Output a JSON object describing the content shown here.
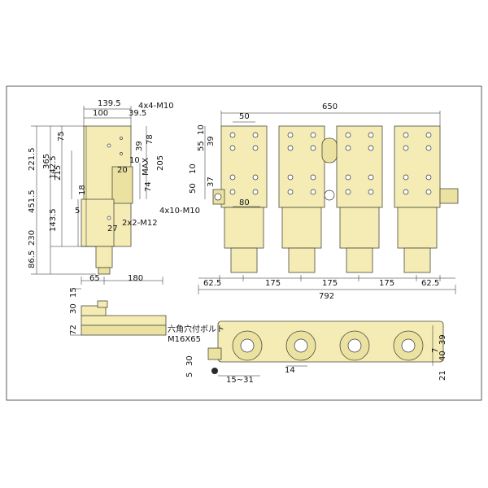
{
  "dims": {
    "side_w1": "139.5",
    "side_w2": "100",
    "side_w3": "39.5",
    "side_tap": "4x4-M10",
    "side_h_total": "451.5",
    "side_h_upper": "221.5",
    "side_h_lower": "230",
    "side_75": "75",
    "side_365": "365",
    "side_215": "215",
    "side_1425a": "142.5",
    "side_1435": "143.5",
    "side_865": "86.5",
    "side_18": "18",
    "side_5": "5",
    "side_27": "27",
    "side_tap2": "2x2-M12",
    "side_10": "10",
    "side_39": "39",
    "side_20": "20",
    "side_78": "78",
    "side_max": "MAX",
    "side_205": "205",
    "side_74": "74",
    "side_65": "65",
    "side_180": "180",
    "front_650": "650",
    "front_50": "50",
    "front_10": "10",
    "front_55": "55",
    "front_39": "39",
    "front_50b": "50",
    "front_10b": "10",
    "front_37": "37",
    "front_80": "80",
    "front_tap": "4x10-M10",
    "front_625a": "62.5",
    "front_175a": "175",
    "front_175b": "175",
    "front_175c": "175",
    "front_625b": "62.5",
    "front_792": "792",
    "bot_15": "15",
    "bot_30": "30",
    "bot_72": "72",
    "bot_30b": "30",
    "bot_5": "5",
    "bot_bolt": "六角穴付ボルト",
    "bot_bolt_size": "M16X65",
    "bot_range": "15~31",
    "bot_14": "14",
    "bot_39": "39",
    "bot_40": "40",
    "bot_7": "7",
    "bot_21": "21"
  },
  "colors": {
    "part": "#f4ecb4",
    "outline": "#4a4a3a"
  }
}
